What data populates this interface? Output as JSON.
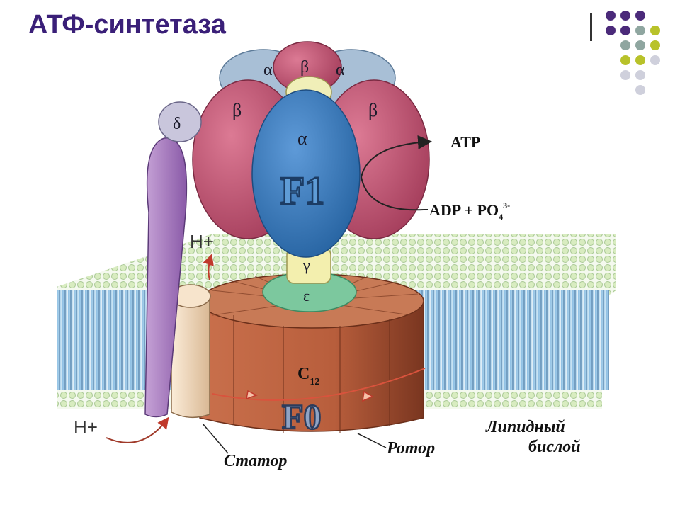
{
  "slide": {
    "title": "АТФ-синтетаза",
    "dot_colors": [
      "#4b2a7a",
      "#8fa6a0",
      "#b8c22a",
      "#cfd0dc"
    ]
  },
  "labels": {
    "beta_top": "β",
    "alpha_left_top": "α",
    "alpha_right_top": "α",
    "beta_left": "β",
    "beta_right": "β",
    "alpha_center": "α",
    "delta": "δ",
    "gamma": "γ",
    "epsilon": "ε",
    "f1": "F1",
    "f0": "F0",
    "c12_main": "C",
    "c12_sub": "12",
    "atp": "ATP",
    "adp_main": "ADP + PO",
    "adp_sub": "4",
    "adp_sup": "3-",
    "h_plus_top": "H+",
    "h_plus_bottom": "H+",
    "stator": "Статор",
    "rotor": "Ротор",
    "lipid_line1": "Липидный",
    "lipid_line2": "бислой"
  },
  "colors": {
    "title": "#3a1f78",
    "beta_subunit": "#c0506e",
    "alpha_subunit": "#3a7cc4",
    "alpha_light": "#a9c0d8",
    "delta_stalk": "#b48ac6",
    "gamma": "#f2efb0",
    "epsilon": "#86cfa8",
    "rotor": "#c86e4a",
    "stator": "#f3dcc0",
    "membrane_blue": "#9cc8e6",
    "lipid_head": "#d8ecc0"
  }
}
